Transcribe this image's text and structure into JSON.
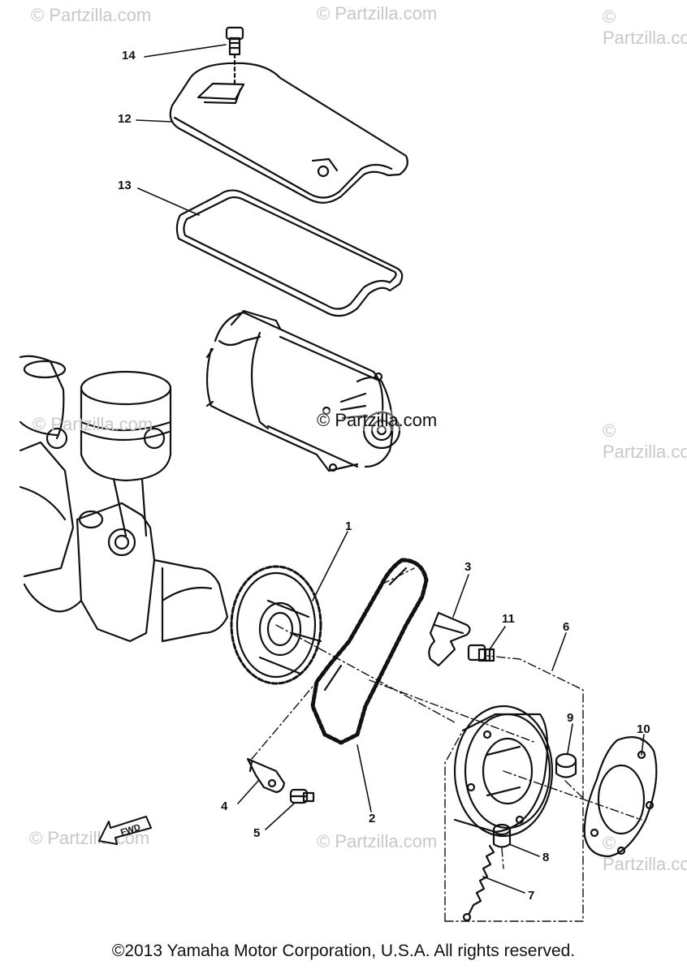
{
  "watermarks": [
    "© Partzilla.com",
    "© Partzilla.com",
    "© Partzilla.com",
    "© Partzilla.com",
    "© Partzilla.com",
    "© Partzilla.com",
    "© Partzilla.com",
    "© Partzilla.com"
  ],
  "center_watermark": "© Partzilla.com",
  "parts": [
    {
      "number": "14"
    },
    {
      "number": "12"
    },
    {
      "number": "13"
    },
    {
      "number": "1"
    },
    {
      "number": "3"
    },
    {
      "number": "11"
    },
    {
      "number": "6"
    },
    {
      "number": "9"
    },
    {
      "number": "10"
    },
    {
      "number": "4"
    },
    {
      "number": "5"
    },
    {
      "number": "2"
    },
    {
      "number": "8"
    },
    {
      "number": "7"
    }
  ],
  "fwd_label": "FWD",
  "copyright": "©2013 Yamaha Motor Corporation, U.S.A. All rights reserved."
}
